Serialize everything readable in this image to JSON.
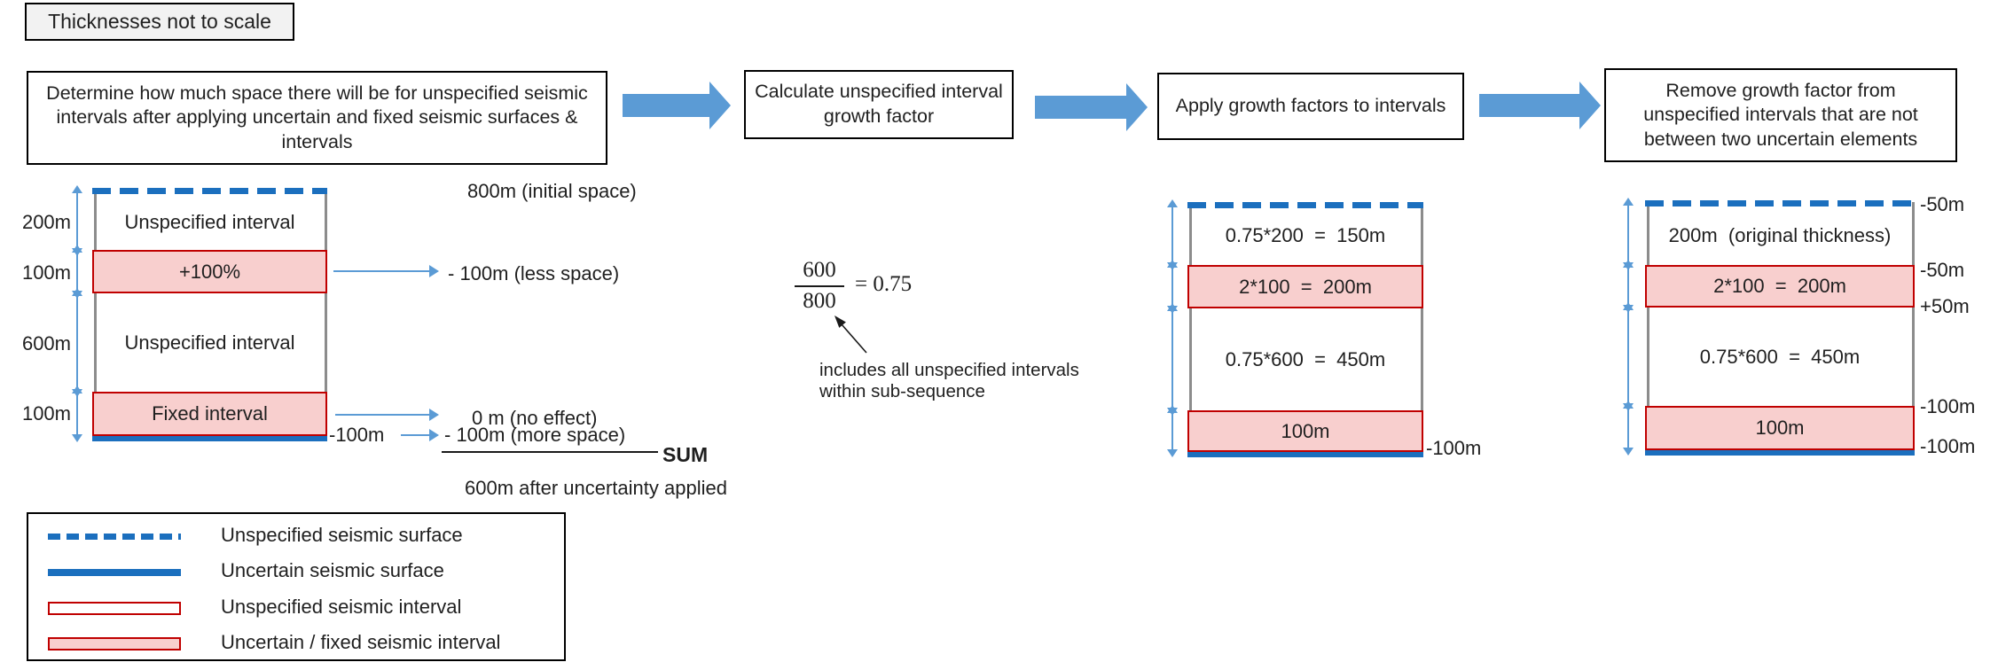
{
  "note": "Thicknesses not to scale",
  "steps": [
    {
      "label": "Determine how much space there will be for unspecified seismic intervals after applying uncertain and fixed seismic surfaces & intervals"
    },
    {
      "label": "Calculate unspecified interval growth factor"
    },
    {
      "label": "Apply growth factors to intervals"
    },
    {
      "label": "Remove growth factor from unspecified intervals that are not between two uncertain elements"
    }
  ],
  "diagram1": {
    "measurements": [
      "200m",
      "100m",
      "600m",
      "100m"
    ],
    "rows": [
      {
        "label": "Unspecified interval",
        "type": "unspecified-interval"
      },
      {
        "label": "+100%",
        "type": "uncertain-interval"
      },
      {
        "label": "Unspecified interval",
        "type": "unspecified-interval"
      },
      {
        "label": "Fixed interval",
        "type": "fixed-interval"
      }
    ],
    "bottom_label": "-100m",
    "annotations": {
      "initial": "800m (initial space)",
      "less": "- 100m (less space)",
      "none": "0 m (no effect)",
      "more": "- 100m (more space)",
      "sum": "SUM",
      "result": "600m after uncertainty applied"
    }
  },
  "formula": {
    "numerator": "600",
    "denominator": "800",
    "equals": "= 0.75",
    "note_line1": "includes all unspecified intervals",
    "note_line2": "within sub-sequence"
  },
  "diagram3": {
    "rows": [
      "0.75*200  =  150m",
      "2*100  =  200m",
      "0.75*600  =  450m",
      "100m"
    ],
    "bottom_label": "-100m"
  },
  "diagram4": {
    "rows": [
      "200m  (original thickness)",
      "2*100  =  200m",
      "0.75*600  =  450m",
      "100m"
    ],
    "right_labels": [
      "-50m",
      "-50m",
      "+50m",
      "-100m",
      "-100m"
    ]
  },
  "legend": {
    "items": [
      {
        "swatch": "dashed-blue-line",
        "label": "Unspecified seismic surface"
      },
      {
        "swatch": "solid-blue-line",
        "label": "Uncertain seismic surface"
      },
      {
        "swatch": "red-outline-rect",
        "label": "Unspecified seismic interval"
      },
      {
        "swatch": "red-filled-rect",
        "label": "Uncertain / fixed seismic interval"
      }
    ]
  },
  "colors": {
    "surface_blue": "#1B6FBE",
    "arrow_blue": "#5B9BD5",
    "interval_red": "#C00000",
    "interval_pink": "#F8CFCE"
  }
}
